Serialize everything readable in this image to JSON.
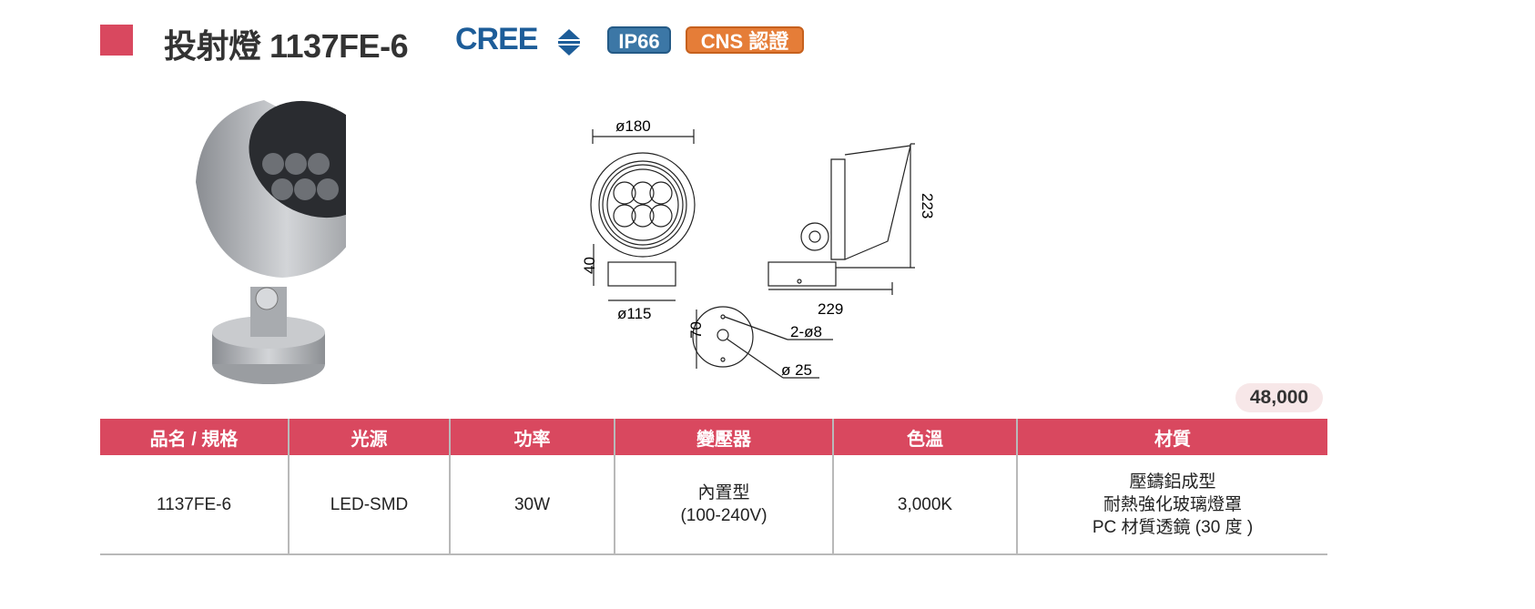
{
  "header": {
    "title": "投射燈 1137FE-6",
    "brand": "CREE",
    "badges": [
      "IP66",
      "CNS 認證"
    ]
  },
  "drawing": {
    "front_diameter": "ø180",
    "base_height": "40",
    "base_diameter": "ø115",
    "side_height": "223",
    "side_depth": "229",
    "mount_height": "70",
    "holes": "2-ø8",
    "center_hole": "ø 25"
  },
  "price": "48,000",
  "table": {
    "headers": [
      "品名 / 規格",
      "光源",
      "功率",
      "變壓器",
      "色溫",
      "材質"
    ],
    "row": {
      "model": "1137FE-6",
      "source": "LED-SMD",
      "power": "30W",
      "transformer": [
        "內置型",
        "(100-240V)"
      ],
      "color_temp": "3,000K",
      "material": [
        "壓鑄鋁成型",
        "耐熱強化玻璃燈罩",
        "PC 材質透鏡 (30 度 )"
      ]
    }
  },
  "colors": {
    "accent": "#d9485f",
    "cree": "#1d5d99",
    "ip": "#3c77a6",
    "cns": "#e57d38"
  }
}
